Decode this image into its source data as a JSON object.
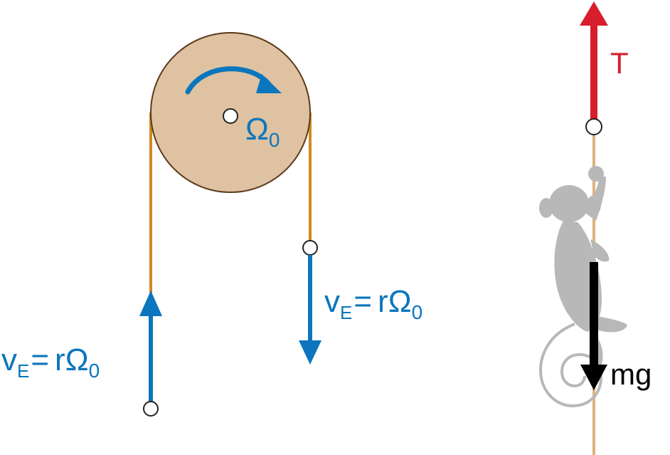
{
  "pulley": {
    "angular_speed_symbol": "Ω",
    "angular_speed_sub": "0"
  },
  "left_rope": {
    "v_symbol": "v",
    "v_sub": "E",
    "equals": "=",
    "r": "r",
    "omega": "Ω",
    "omega_sub": "0"
  },
  "right_rope": {
    "v_symbol": "v",
    "v_sub": "E",
    "equals": "=",
    "r": "r",
    "omega": "Ω",
    "omega_sub": "0"
  },
  "forces": {
    "tension_label": "T",
    "weight_label": "mg"
  },
  "colors": {
    "blue": "#0b76bd",
    "red": "#d81e2c",
    "rope": "#cf8a1f",
    "pulley_fill": "#dfc2a2",
    "pulley_stroke": "#5a3a1a",
    "monkey_gray": "#b8b8b8",
    "light_rope": "#ddb37b"
  }
}
